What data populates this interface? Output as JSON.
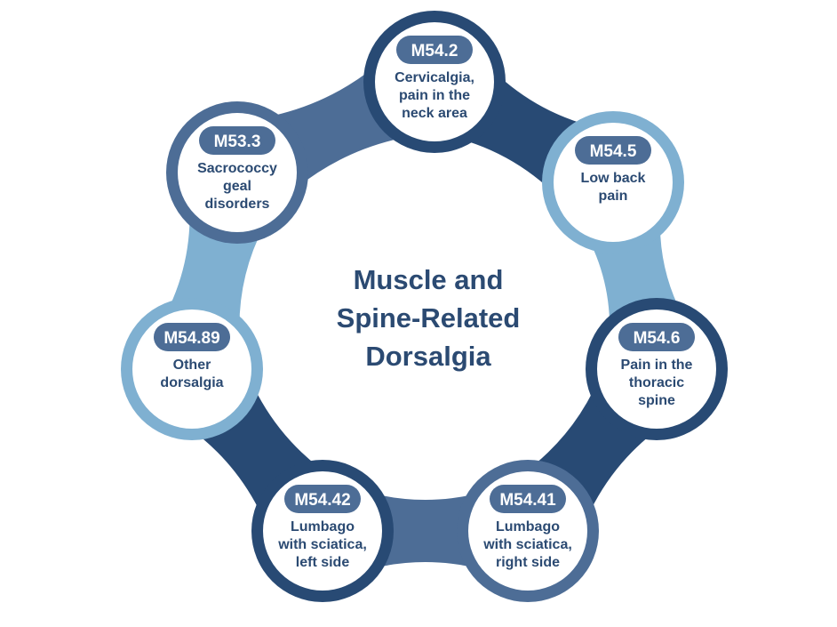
{
  "title_lines": [
    "Muscle and",
    "Spine-Related",
    "Dorsalgia"
  ],
  "colors": {
    "dark": "#284a74",
    "mid": "#4d6d96",
    "light": "#7fb0d1",
    "text": "#2b4a72",
    "badge_text": "#ffffff",
    "background": "#ffffff"
  },
  "nodes": [
    {
      "code": "M54.2",
      "lines": [
        "Cervicalgia,",
        "pain in the",
        "neck area"
      ],
      "color": "dark"
    },
    {
      "code": "M54.5",
      "lines": [
        "Low back",
        "pain"
      ],
      "color": "light"
    },
    {
      "code": "M54.6",
      "lines": [
        "Pain in the",
        "thoracic",
        "spine"
      ],
      "color": "dark"
    },
    {
      "code": "M54.41",
      "lines": [
        "Lumbago",
        "with sciatica,",
        "right side"
      ],
      "color": "mid"
    },
    {
      "code": "M54.42",
      "lines": [
        "Lumbago",
        "with sciatica,",
        "left side"
      ],
      "color": "dark"
    },
    {
      "code": "M54.89",
      "lines": [
        "Other",
        "dorsalgia"
      ],
      "color": "light"
    },
    {
      "code": "M53.3",
      "lines": [
        "Sacrococcy",
        "geal",
        "disorders"
      ],
      "color": "mid"
    }
  ]
}
